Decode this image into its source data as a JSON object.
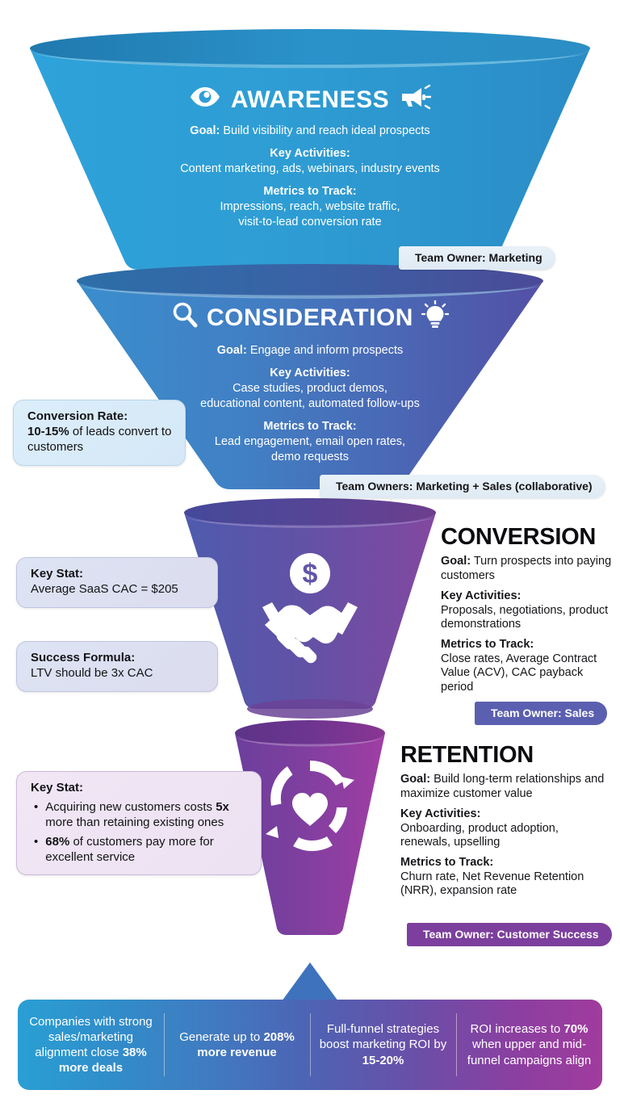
{
  "stages": [
    {
      "id": "awareness",
      "title": "AWARENESS",
      "icon_left": "eye-icon",
      "icon_right": "megaphone-icon",
      "goal_label": "Goal:",
      "goal_text": " Build visibility and reach ideal prospects",
      "activities_label": "Key Activities:",
      "activities_text": "Content marketing, ads, webinars, industry events",
      "metrics_label": "Metrics to Track:",
      "metrics_line1": "Impressions, reach, website traffic,",
      "metrics_line2": "visit-to-lead conversion rate",
      "team_owner": "Team Owner: Marketing",
      "color_left": "#2e9fd6",
      "color_right": "#2d93cd"
    },
    {
      "id": "consideration",
      "title": "CONSIDERATION",
      "icon_left": "magnifier-icon",
      "icon_right": "lightbulb-icon",
      "goal_label": "Goal:",
      "goal_text": " Engage and inform prospects",
      "activities_label": "Key Activities:",
      "activities_line1": "Case studies, product demos,",
      "activities_line2": "educational content, automated follow-ups",
      "metrics_label": "Metrics to Track:",
      "metrics_line1": "Lead engagement, email open rates,",
      "metrics_line2": "demo requests",
      "team_owner": "Team Owners: Marketing + Sales (collaborative)",
      "color_left": "#3a86c6",
      "color_right": "#5453a8"
    },
    {
      "id": "conversion",
      "title": "CONVERSION",
      "icon_center": "handshake-dollar-icon",
      "goal_label": "Goal:",
      "goal_text": " Turn prospects into paying customers",
      "activities_label": "Key Activities:",
      "activities_text": "Proposals, negotiations, product demonstrations",
      "metrics_label": "Metrics to Track:",
      "metrics_text": "Close rates, Average Contract Value (ACV), CAC payback period",
      "team_owner": "Team Owner: Sales",
      "color_left": "#4f57ab",
      "color_right": "#7d4a9e"
    },
    {
      "id": "retention",
      "title": "RETENTION",
      "icon_center": "heart-refresh-icon",
      "goal_label": "Goal:",
      "goal_text": " Build long-term relationships and maximize customer value",
      "activities_label": "Key Activities:",
      "activities_text": "Onboarding, product adoption, renewals, upselling",
      "metrics_label": "Metrics to Track:",
      "metrics_text": "Churn rate, Net Revenue Retention (NRR), expansion rate",
      "team_owner": "Team Owner: Customer Success",
      "color_left": "#6b3f9c",
      "color_right": "#9b3fa2"
    }
  ],
  "callouts": {
    "conversion_rate": {
      "head": "Conversion Rate:",
      "value": "10-15%",
      "rest": " of leads convert to customers"
    },
    "cac_stat": {
      "head": "Key Stat:",
      "body": "Average SaaS CAC = $205"
    },
    "success_formula": {
      "head": "Success Formula:",
      "body": "LTV should be 3x CAC"
    },
    "retention_stat": {
      "head": "Key Stat:",
      "bullets": [
        {
          "pre": "Acquiring new customers costs ",
          "bold": "5x",
          "post": " more than retaining existing ones"
        },
        {
          "pre": "",
          "bold": "68%",
          "post": " of customers pay more for excellent service"
        }
      ]
    }
  },
  "bottom_bar": {
    "cells": [
      {
        "pre": "Companies with strong sales/marketing alignment close ",
        "bold": "38% more deals",
        "post": ""
      },
      {
        "pre": "Generate up to ",
        "bold": "208% more revenue",
        "post": ""
      },
      {
        "pre": "Full-funnel strategies boost marketing ROI by ",
        "bold": "15-20%",
        "post": ""
      },
      {
        "pre": "ROI increases to ",
        "bold": "70%",
        "post": " when upper and mid-funnel campaigns align"
      }
    ]
  },
  "colors": {
    "awareness": "#2e9fd6",
    "consideration": "#3a86c6",
    "conversion": "#5a52a8",
    "retention": "#8b3fa0",
    "bar_start": "#2a9fd4",
    "bar_end": "#a03c9e"
  }
}
